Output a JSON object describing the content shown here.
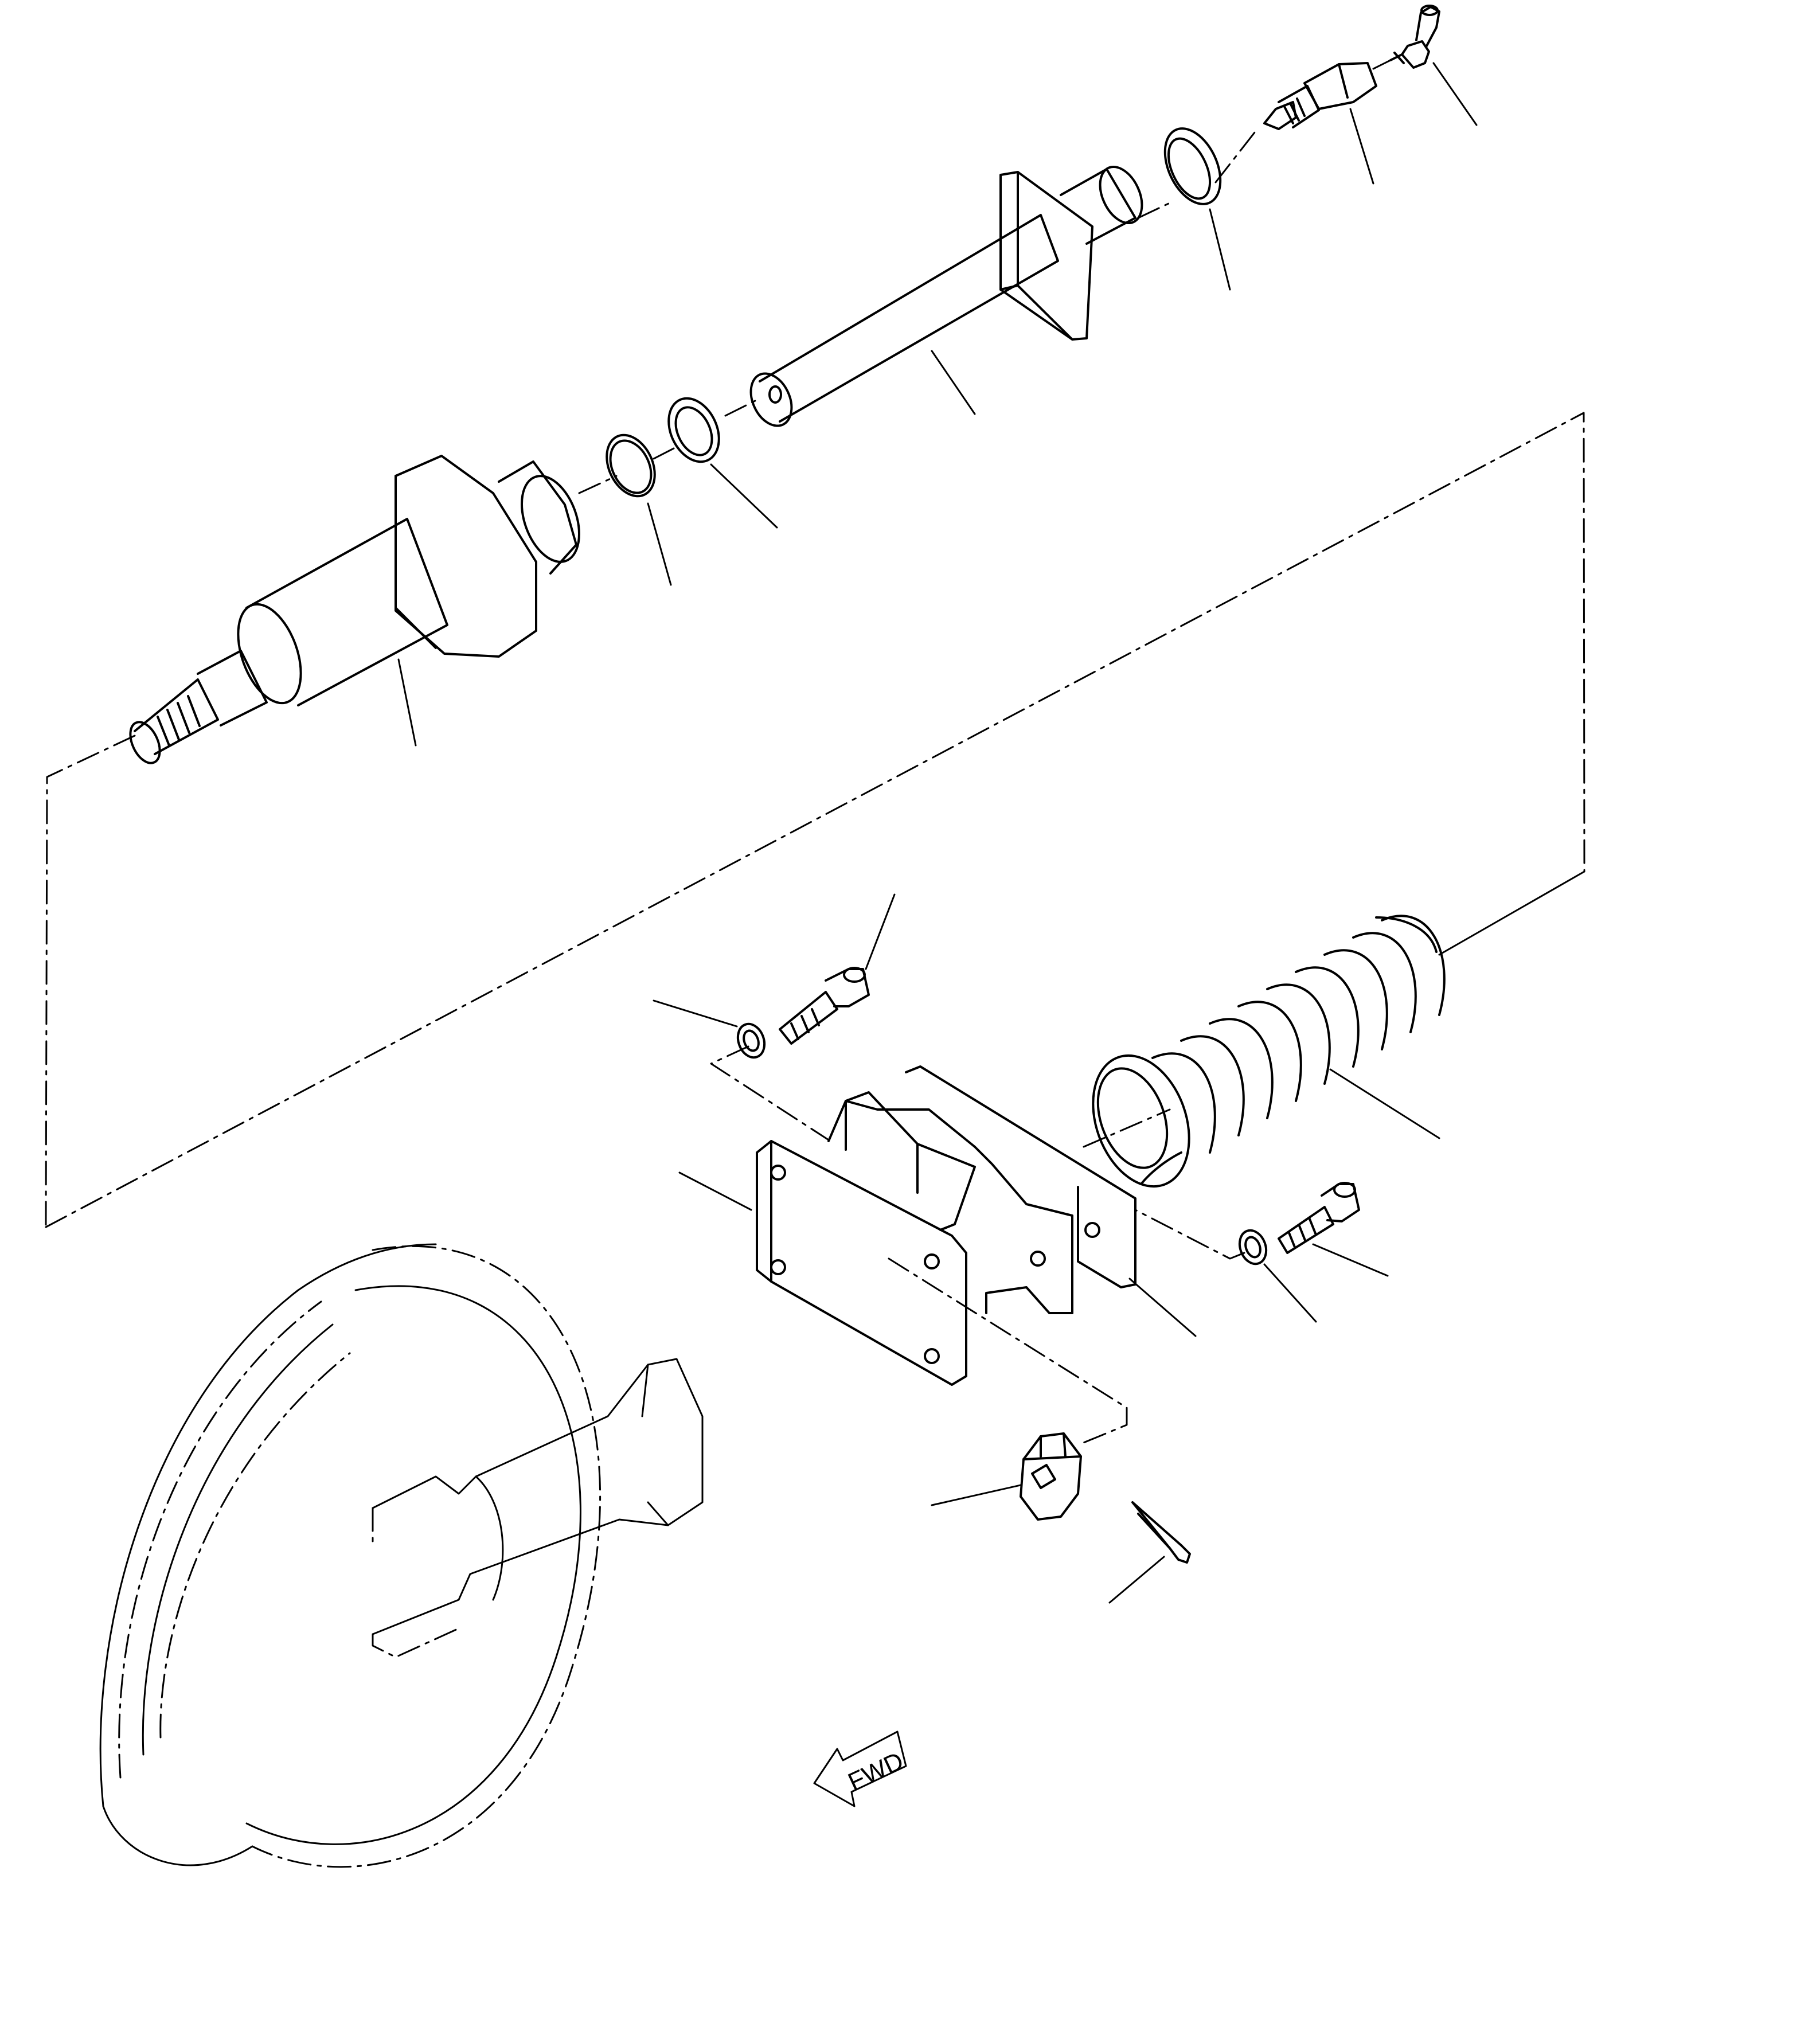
{
  "diagram": {
    "type": "exploded-parts-view",
    "line_color": "#000000",
    "background": "#ffffff",
    "fwd_label": "FWD",
    "parts": [
      {
        "name": "grease-fitting"
      },
      {
        "name": "fitting-adapter"
      },
      {
        "name": "o-ring-upper"
      },
      {
        "name": "piston-rod"
      },
      {
        "name": "backup-ring"
      },
      {
        "name": "o-ring-lower"
      },
      {
        "name": "recoil-cylinder"
      },
      {
        "name": "cap-screw-upper"
      },
      {
        "name": "lock-washer-upper"
      },
      {
        "name": "recoil-spring"
      },
      {
        "name": "yoke-bracket"
      },
      {
        "name": "guide-plate"
      },
      {
        "name": "lock-washer-lower"
      },
      {
        "name": "cap-screw-lower"
      },
      {
        "name": "castle-nut"
      },
      {
        "name": "cotter-pin"
      },
      {
        "name": "idler-wheel"
      }
    ]
  }
}
